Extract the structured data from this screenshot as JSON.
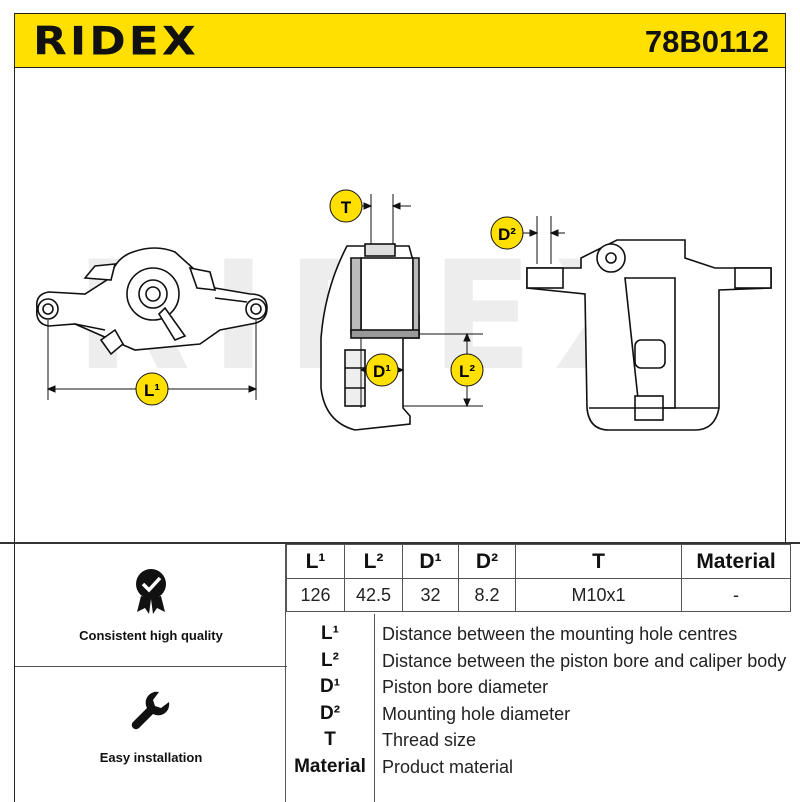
{
  "header": {
    "brand": "RIDEX",
    "part_number": "78B0112",
    "brand_color": "#ffe000"
  },
  "drawing": {
    "watermark": "RIDEX",
    "labels": {
      "L1": "L¹",
      "L2": "L²",
      "D1": "D¹",
      "D2": "D²",
      "T": "T"
    }
  },
  "features": [
    {
      "icon": "quality-check-icon",
      "label": "Consistent high quality"
    },
    {
      "icon": "wrench-icon",
      "label": "Easy installation"
    }
  ],
  "spec_table": {
    "headers": [
      "L¹",
      "L²",
      "D¹",
      "D²",
      "T",
      "Material"
    ],
    "values": [
      "126",
      "42.5",
      "32",
      "8.2",
      "M10x1",
      "-"
    ]
  },
  "legend": [
    {
      "symbol": "L¹",
      "text": "Distance between the mounting hole centres"
    },
    {
      "symbol": "L²",
      "text": "Distance between the piston bore and caliper body"
    },
    {
      "symbol": "D¹",
      "text": "Piston bore diameter"
    },
    {
      "symbol": "D²",
      "text": "Mounting hole diameter"
    },
    {
      "symbol": "T",
      "text": "Thread size"
    },
    {
      "symbol": "Material",
      "text": "Product material"
    }
  ]
}
